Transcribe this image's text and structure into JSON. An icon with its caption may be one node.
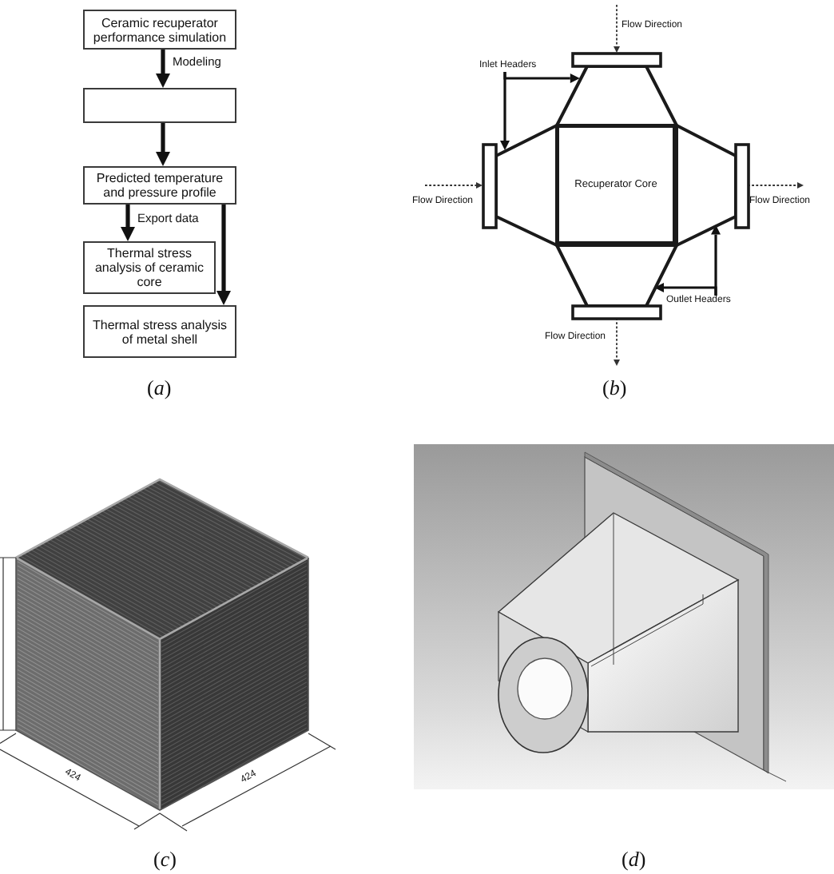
{
  "diagram": {
    "nodes": [
      {
        "text": [
          "Ceramic recuperator performance simulation"
        ]
      },
      {
        "text": [],
        "shape": "box"
      },
      {
        "text": [
          "Predicted temperature and pressure profile"
        ]
      },
      {
        "text": [
          "Thermal stress analysis of ceramic core"
        ]
      },
      {
        "text": [
          "Thermal stress analysis of metal shell"
        ]
      },
      {
        "text": [
          "Inlet Headers"
        ]
      },
      {
        "text": [],
        "shape": "trapezoid"
      },
      {
        "text": [],
        "shape": "trapezoid"
      },
      {
        "text": [
          "Recuperator Core"
        ]
      },
      {
        "text": [],
        "shape": "trapezoid"
      },
      {
        "text": [],
        "shape": "trapezoid"
      },
      {
        "text": [
          "Outlet Headers"
        ]
      }
    ],
    "edges": [
      {
        "from": 0,
        "to": 1,
        "arrow": "to",
        "label": "Modeling"
      },
      {
        "from": 1,
        "to": 2,
        "arrow": "to"
      },
      {
        "from": 2,
        "to": 3,
        "arrow": "to",
        "label": "Export data"
      },
      {
        "from": 2,
        "to": 4,
        "arrow": "to"
      },
      {
        "from": 5,
        "to": 6,
        "arrow": "to"
      },
      {
        "from": 5,
        "to": 7,
        "arrow": "to"
      },
      {
        "from": 11,
        "to": 10,
        "arrow": "to"
      },
      {
        "from": 11,
        "to": 9,
        "arrow": "to"
      }
    ],
    "labels": [
      "Flow Direction",
      "Flow Direction",
      "Flow Direction",
      "Flow Direction",
      "(*a*)",
      "(*b*)",
      "424",
      "424",
      "(*c*)",
      "(*d*)"
    ]
  }
}
